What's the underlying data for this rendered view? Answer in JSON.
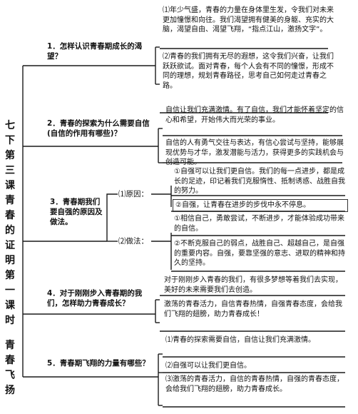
{
  "title": {
    "main": "七下第三课青春的证明第一课时",
    "sub": "青春飞扬"
  },
  "questions": [
    "1．怎样认识青春期成长的渴望？",
    "2．青春的探索为什么需要自信(自信的作用有哪些)？",
    "3．青春期我们要自强的原因及做法。",
    "4．对于刚刚步入青春期的我们，怎样助力青春成长？",
    "5．青春期飞翔的力量有哪些？"
  ],
  "sub_labels": {
    "reason": "⑴原因：",
    "method": "⑵做法："
  },
  "answers": {
    "q1": [
      "⑴年少气盛，青春的力量在身体里生发，令我们对未来更加憧憬和向往。我们渴望拥有健美的身躯、充实的大脑，渴望自由、渴望飞翔，“指点江山，激扬文字”。",
      "⑵青春的我们拥有无尽的遐想，这令我们兴奋，让我们跃跃欲试。面对青春，每个人会有不同的憧憬，形成不同的理想，规划青春路径，思考自己如何走过青春之路。"
    ],
    "q2": [
      "自信让我们充满激情。有了自信，我们才能怀着坚定的信心和希望，开始伟大而光荣的事业。",
      "自信的人有勇气交往与表达，有信心尝试与坚持，能够展现优势与才华，激发潜能与活力，获得更多的实践机会与创造可能。"
    ],
    "q3_reason": [
      "①自强可以让我们更自信。我们的每一点进步，都是成长的足迹，印记着我们克服惰性、抵制诱惑、战胜自我的努力。",
      "②自强，让青春在进步的步伐中永不停息。"
    ],
    "q3_method": [
      "①相信自己，勇敢尝试，不断进步，才能体验成功带来的自信。",
      "②不断克服自己的弱点，战胜自己、超越自己，是自强的重要内容。自强，要靠坚强的意志、进取的精神和持久的坚持。"
    ],
    "q4": [
      "对于刚刚步入青春的我们，有很多梦想等着我们去实现，美好的未来需要我们去创造。",
      "激荡的青春活力，自信青春热情，自强青春态度，会给我们飞翔的翅膀，助力青春成长！"
    ],
    "q5": [
      "⑴青春的探索需要自信，自信让我们充满激情。",
      "⑵自强可以让我们更自信。",
      "⑶激荡的青春活力，自信的青春热情，自强的青春态度，会给我们飞翔的翅膀，助力青春成长。"
    ]
  }
}
